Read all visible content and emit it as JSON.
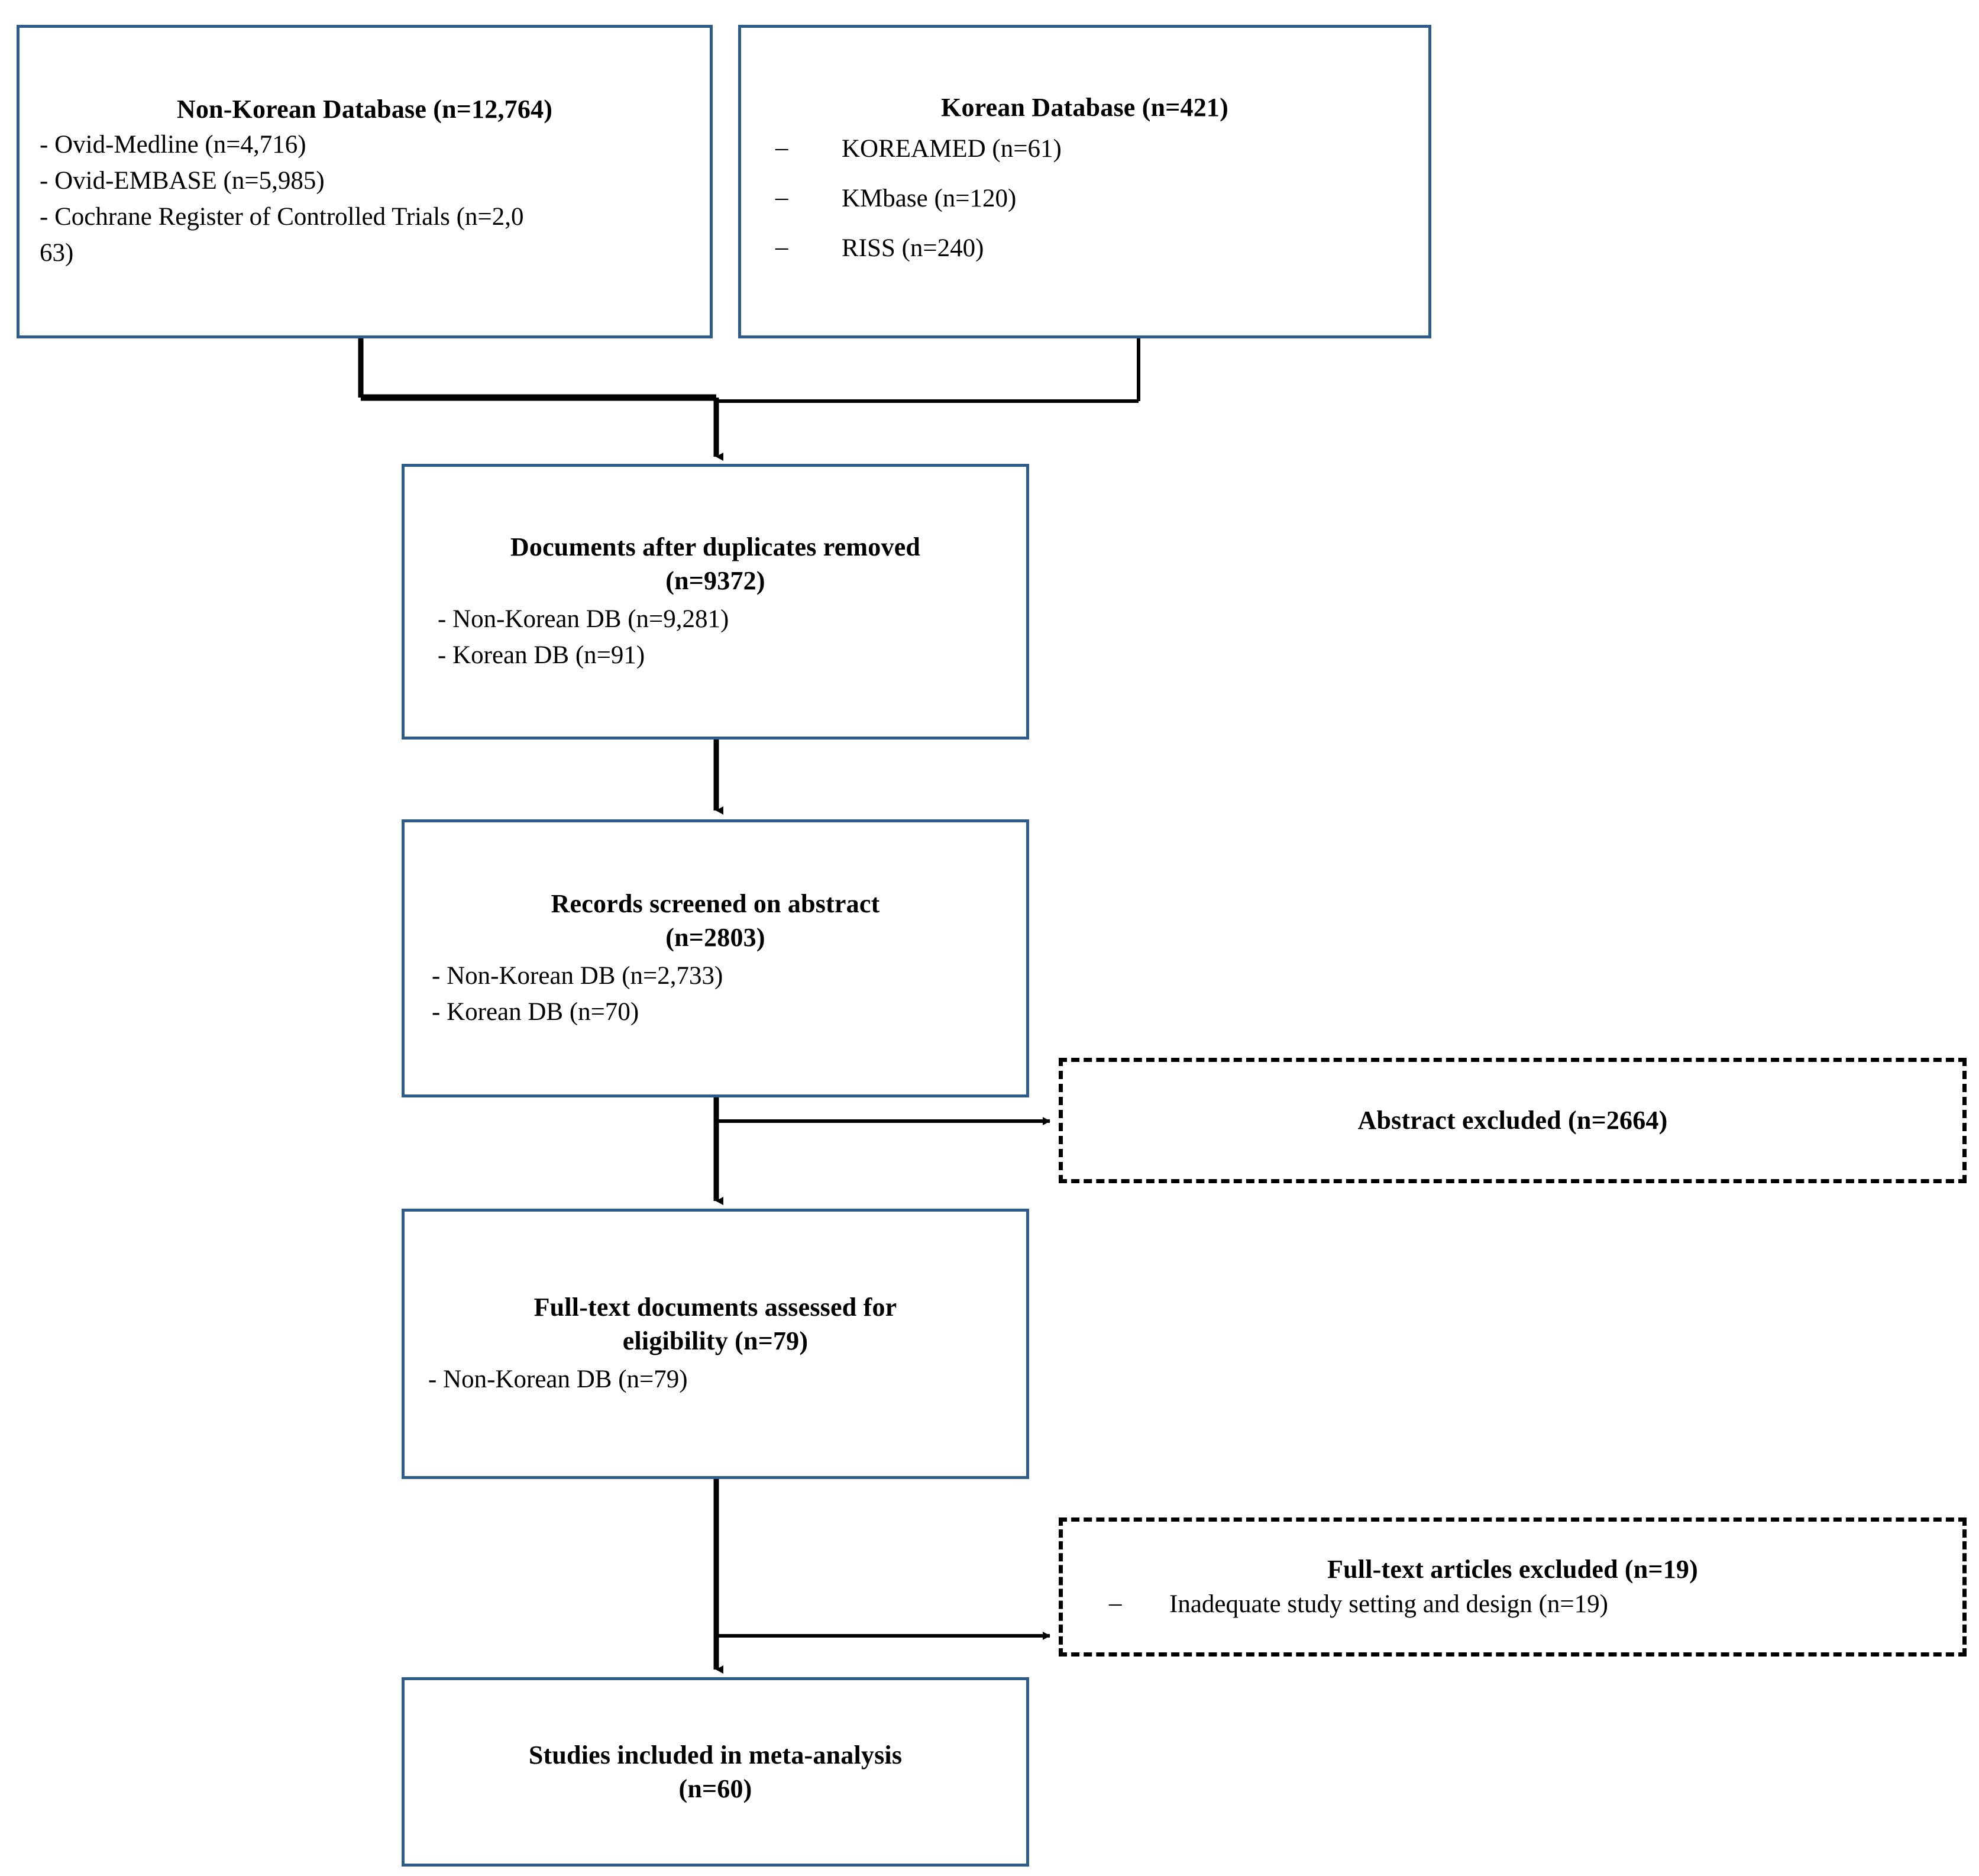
{
  "diagram": {
    "title": "PRISMA study selection flow diagram",
    "accent_border_color": "#2E5C8A",
    "excluded_border_color": "#000000",
    "connector_color": "#000000"
  },
  "boxes": {
    "non_korean_db": {
      "heading": "Non-Korean Database (n=12,764)",
      "items": [
        "- Ovid-Medline (n=4,716)",
        "- Ovid-EMBASE (n=5,985)",
        "- Cochrane Register of Controlled Trials (n=2,0",
        "63)"
      ]
    },
    "korean_db": {
      "heading": "Korean Database (n=421)",
      "items": [
        "KOREAMED (n=61)",
        "KMbase (n=120)",
        "RISS (n=240)"
      ],
      "bullet_glyph": "–"
    },
    "duplicates_removed": {
      "heading_line1": "Documents after duplicates removed",
      "heading_line2": "(n=9372)",
      "items": [
        "- Non-Korean DB (n=9,281)",
        "- Korean DB (n=91)"
      ]
    },
    "abstract_screened": {
      "heading_line1": "Records screened on abstract",
      "heading_line2": "(n=2803)",
      "items": [
        "- Non-Korean DB (n=2,733)",
        "- Korean DB (n=70)"
      ]
    },
    "abstract_excluded": {
      "heading": "Abstract excluded (n=2664)"
    },
    "fulltext_assessed": {
      "heading_line1": "Full-text documents assessed for",
      "heading_line2": "eligibility (n=79)",
      "items": [
        "- Non-Korean DB (n=79)"
      ]
    },
    "fulltext_excluded": {
      "heading": "Full-text articles excluded (n=19)",
      "items": [
        "Inadequate study setting and design (n=19)"
      ],
      "bullet_glyph": "–"
    },
    "studies_included": {
      "heading_line1": "Studies included in meta-analysis",
      "heading_line2": "(n=60)"
    }
  },
  "chart_data": {
    "type": "diagram",
    "title": "PRISMA flow of study selection",
    "nodes": [
      {
        "id": "non_korean_db",
        "label": "Non-Korean Database",
        "n": 12764,
        "children": [
          {
            "label": "Ovid-Medline",
            "n": 4716
          },
          {
            "label": "Ovid-EMBASE",
            "n": 5985
          },
          {
            "label": "Cochrane Register of Controlled Trials",
            "n": 2063
          }
        ]
      },
      {
        "id": "korean_db",
        "label": "Korean Database",
        "n": 421,
        "children": [
          {
            "label": "KOREAMED",
            "n": 61
          },
          {
            "label": "KMbase",
            "n": 120
          },
          {
            "label": "RISS",
            "n": 240
          }
        ]
      },
      {
        "id": "duplicates_removed",
        "label": "Documents after duplicates removed",
        "n": 9372,
        "children": [
          {
            "label": "Non-Korean DB",
            "n": 9281
          },
          {
            "label": "Korean DB",
            "n": 91
          }
        ]
      },
      {
        "id": "abstract_screened",
        "label": "Records screened on abstract",
        "n": 2803,
        "children": [
          {
            "label": "Non-Korean DB",
            "n": 2733
          },
          {
            "label": "Korean DB",
            "n": 70
          }
        ]
      },
      {
        "id": "abstract_excluded",
        "label": "Abstract excluded",
        "n": 2664,
        "type": "excluded"
      },
      {
        "id": "fulltext_assessed",
        "label": "Full-text documents assessed for eligibility",
        "n": 79,
        "children": [
          {
            "label": "Non-Korean DB",
            "n": 79
          }
        ]
      },
      {
        "id": "fulltext_excluded",
        "label": "Full-text articles excluded",
        "n": 19,
        "type": "excluded",
        "children": [
          {
            "label": "Inadequate study setting and design",
            "n": 19
          }
        ]
      },
      {
        "id": "studies_included",
        "label": "Studies included in meta-analysis",
        "n": 60
      }
    ],
    "edges": [
      {
        "from": "non_korean_db",
        "to": "duplicates_removed"
      },
      {
        "from": "korean_db",
        "to": "duplicates_removed"
      },
      {
        "from": "duplicates_removed",
        "to": "abstract_screened"
      },
      {
        "from": "abstract_screened",
        "to": "abstract_excluded"
      },
      {
        "from": "abstract_screened",
        "to": "fulltext_assessed"
      },
      {
        "from": "fulltext_assessed",
        "to": "fulltext_excluded"
      },
      {
        "from": "fulltext_assessed",
        "to": "studies_included"
      }
    ]
  }
}
